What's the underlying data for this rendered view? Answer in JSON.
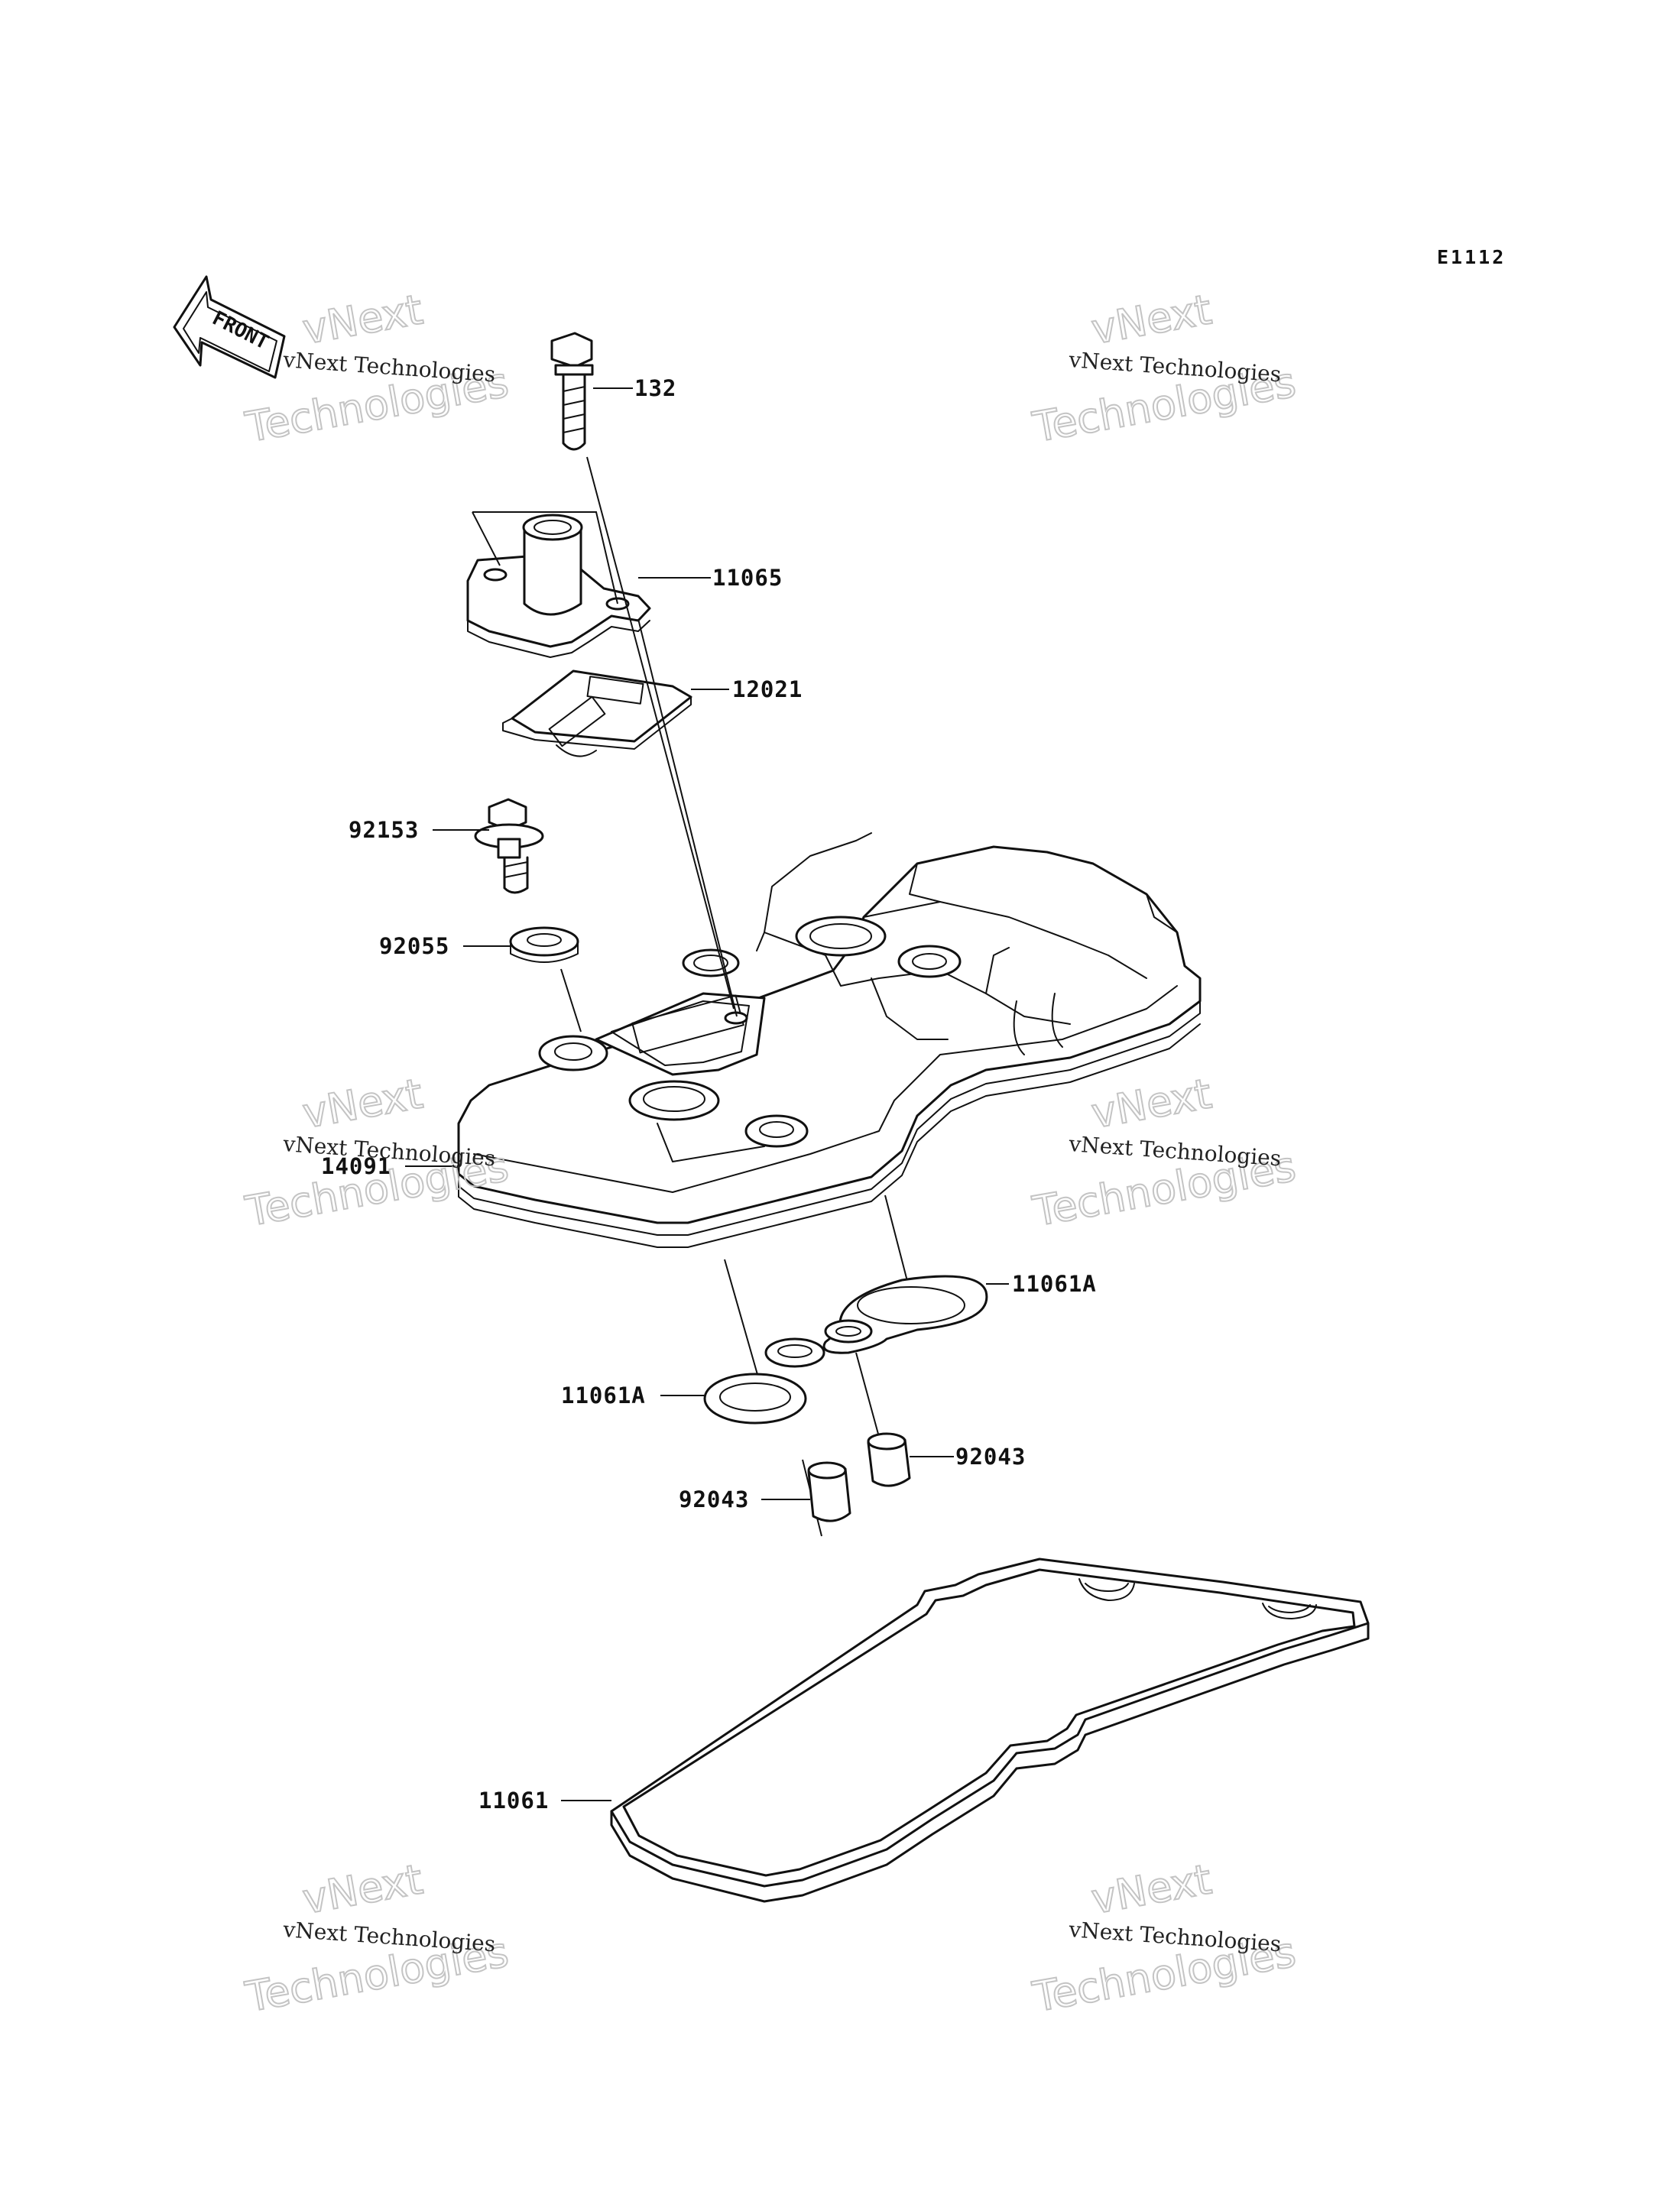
{
  "diagram": {
    "reference_code": "E1112",
    "front_marker": "FRONT",
    "watermark": {
      "brand": "vNext Technologies",
      "line1": "vNext",
      "line2": "Technologies"
    },
    "parts": [
      {
        "id": "p132",
        "label": "132"
      },
      {
        "id": "p11065",
        "label": "11065"
      },
      {
        "id": "p12021",
        "label": "12021"
      },
      {
        "id": "p92153",
        "label": "92153"
      },
      {
        "id": "p92055",
        "label": "92055"
      },
      {
        "id": "p14091",
        "label": "14091"
      },
      {
        "id": "p11061a_right",
        "label": "11061A"
      },
      {
        "id": "p11061a_left",
        "label": "11061A"
      },
      {
        "id": "p92043_right",
        "label": "92043"
      },
      {
        "id": "p92043_left",
        "label": "92043"
      },
      {
        "id": "p11061",
        "label": "11061"
      }
    ]
  }
}
